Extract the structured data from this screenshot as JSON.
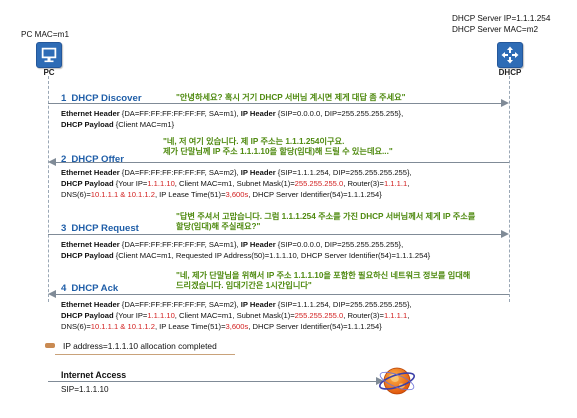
{
  "pc": {
    "mac_label": "PC MAC=m1",
    "caption": "PC"
  },
  "server": {
    "ip_label": "DHCP Server IP=1.1.1.254",
    "mac_label": "DHCP Server MAC=m2",
    "caption": "DHCP"
  },
  "steps": [
    {
      "num": "1",
      "title": "DHCP Discover",
      "quote": [
        "\"안녕하세요? 혹시 거기 DHCP 서버님 계시면 제게 대답 좀 주세요\""
      ],
      "lines": [
        [
          {
            "t": "Ethernet Header",
            "b": true
          },
          {
            "t": " {DA=FF:FF:FF:FF:FF:FF, SA=m1), "
          },
          {
            "t": "IP Header",
            "b": true
          },
          {
            "t": " {SIP=0.0.0.0, DIP=255.255.255.255},"
          }
        ],
        [
          {
            "t": "DHCP Payload",
            "b": true
          },
          {
            "t": " {Client MAC=m1}"
          }
        ]
      ]
    },
    {
      "num": "2",
      "title": "DHCP Offer",
      "quote": [
        "\"네, 저 여기 있습니다. 제 IP 주소는 1.1.1.254이구요.",
        "제가 단말님께 IP 주소 1.1.1.10을 할당(임대)해 드릴 수 있는데요...\""
      ],
      "lines": [
        [
          {
            "t": "Ethernet Header",
            "b": true
          },
          {
            "t": " {DA=FF:FF:FF:FF:FF:FF, SA=m2}, "
          },
          {
            "t": "IP Header",
            "b": true
          },
          {
            "t": " {SIP=1.1.1.254, DIP=255.255.255.255},"
          }
        ],
        [
          {
            "t": "DHCP Payload",
            "b": true
          },
          {
            "t": " {Your IP="
          },
          {
            "t": "1.1.1.10",
            "r": true
          },
          {
            "t": ", Client MAC=m1, Subnet Mask(1)="
          },
          {
            "t": "255.255.255.0",
            "r": true
          },
          {
            "t": ", Router(3)="
          },
          {
            "t": "1.1.1.1",
            "r": true
          },
          {
            "t": ","
          }
        ],
        [
          {
            "t": "DNS(6)="
          },
          {
            "t": "10.1.1.1 & 10.1.1.2",
            "r": true
          },
          {
            "t": ", IP Lease Time(51)="
          },
          {
            "t": "3,600s",
            "r": true
          },
          {
            "t": ", DHCP Server Identifier(54)=1.1.1.254}"
          }
        ]
      ]
    },
    {
      "num": "3",
      "title": "DHCP Request",
      "quote": [
        "\"답변 주셔서 고맙습니다. 그럼 1.1.1.254 주소를 가진 DHCP 서버님께서 제게 IP 주소를",
        "할당(임대)해 주실래요?\""
      ],
      "lines": [
        [
          {
            "t": "Ethernet Header",
            "b": true
          },
          {
            "t": " {DA=FF:FF:FF:FF:FF:FF, SA=m1}, "
          },
          {
            "t": "IP Header",
            "b": true
          },
          {
            "t": " {SIP=0.0.0.0, DIP=255.255.255.255},"
          }
        ],
        [
          {
            "t": "DHCP Payload",
            "b": true
          },
          {
            "t": " {Client MAC=m1, Requested IP Address(50)=1.1.1.10, DHCP Server Identifier(54)=1.1.1.254}"
          }
        ]
      ]
    },
    {
      "num": "4",
      "title": "DHCP Ack",
      "quote": [
        "\"네, 제가 단말님을 위해서 IP 주소 1.1.1.10을 포함한 필요하신 네트워크 정보를 임대해",
        "드리겠습니다. 임대기간은 1시간입니다\""
      ],
      "lines": [
        [
          {
            "t": "Ethernet Header",
            "b": true
          },
          {
            "t": " {DA=FF:FF:FF:FF:FF:FF, SA=m2}, "
          },
          {
            "t": "IP Header",
            "b": true
          },
          {
            "t": " {SIP=1.1.1.254, DIP=255.255.255.255},"
          }
        ],
        [
          {
            "t": "DHCP Payload",
            "b": true
          },
          {
            "t": " {Your IP="
          },
          {
            "t": "1.1.1.10",
            "r": true
          },
          {
            "t": ", Client MAC=m1, Subnet Mask(1)="
          },
          {
            "t": "255.255.255.0",
            "r": true
          },
          {
            "t": ", Router(3)="
          },
          {
            "t": "1.1.1.1",
            "r": true
          },
          {
            "t": ","
          }
        ],
        [
          {
            "t": "DNS(6)="
          },
          {
            "t": "10.1.1.1 & 10.1.1.2",
            "r": true
          },
          {
            "t": ", IP Lease Time(51)="
          },
          {
            "t": "3,600s",
            "r": true
          },
          {
            "t": ", DHCP Server Identifier(54)=1.1.1.254}"
          }
        ]
      ]
    }
  ],
  "completion": {
    "text": "IP address=1.1.1.10 allocation completed"
  },
  "internet": {
    "title": "Internet Access",
    "sub": "SIP=1.1.1.10"
  },
  "colors": {
    "step_title": "#1f5ea8",
    "quote": "#4f8a10",
    "highlight": "#d21f1f",
    "node_box": "#2e6cb6"
  },
  "icons": {
    "pc": "pc-monitor-icon",
    "server": "dhcp-server-icon",
    "internet": "globe-icon"
  }
}
